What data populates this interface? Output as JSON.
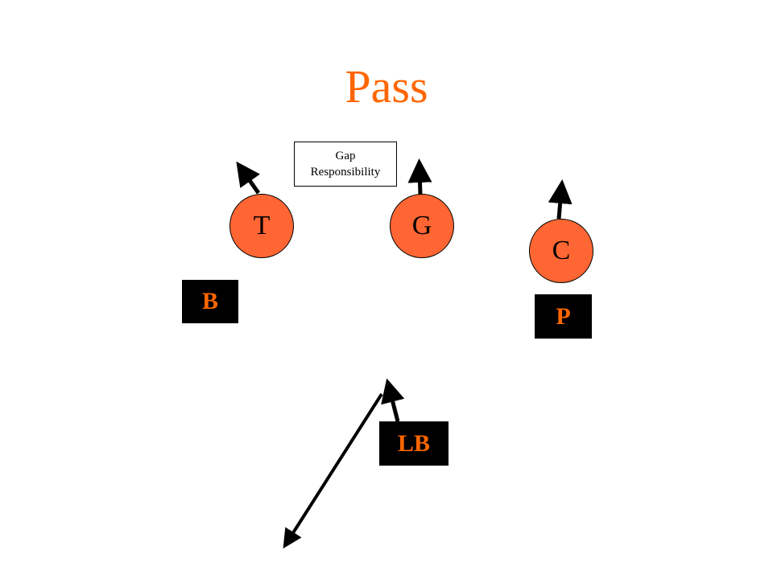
{
  "title": "Pass",
  "gap_box": {
    "text": "Gap\nResponsibility"
  },
  "players": {
    "tackle": {
      "label": "T"
    },
    "guard": {
      "label": "G"
    },
    "center": {
      "label": "C"
    },
    "b": {
      "label": "B"
    },
    "p": {
      "label": "P"
    },
    "linebacker": {
      "label": "LB"
    }
  },
  "colors": {
    "accent": "#ff6600",
    "box_background": "#000000",
    "circle_fill": "#ff6633",
    "arrow": "#000000"
  }
}
